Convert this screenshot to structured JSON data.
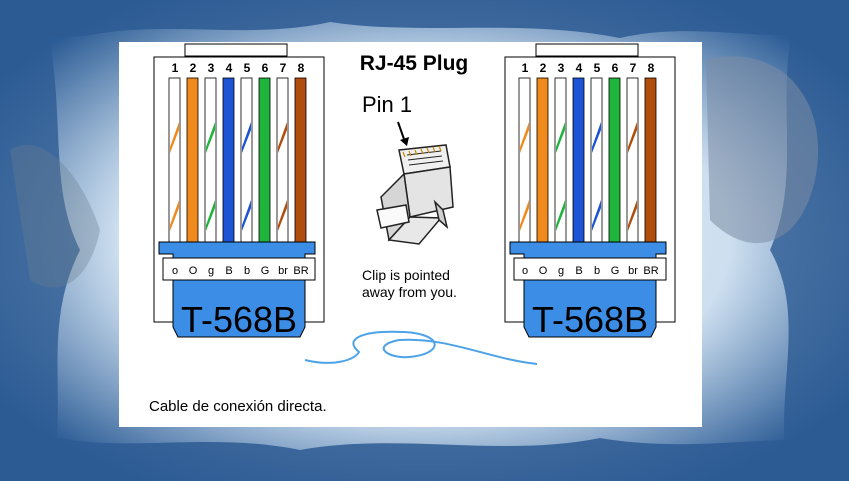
{
  "title": "RJ-45 Plug",
  "pin_label": "Pin 1",
  "clip_note": [
    "Clip is pointed",
    "away from you."
  ],
  "caption": "Cable de conexión directa.",
  "connectors": [
    {
      "standard": "T-568B",
      "pins": [
        "1",
        "2",
        "3",
        "4",
        "5",
        "6",
        "7",
        "8"
      ],
      "codes": [
        "o",
        "O",
        "g",
        "B",
        "b",
        "G",
        "br",
        "BR"
      ]
    },
    {
      "standard": "T-568B",
      "pins": [
        "1",
        "2",
        "3",
        "4",
        "5",
        "6",
        "7",
        "8"
      ],
      "codes": [
        "o",
        "O",
        "g",
        "B",
        "b",
        "G",
        "br",
        "BR"
      ]
    }
  ],
  "wire_colors": {
    "orange": "#f08a1c",
    "green": "#1fb43c",
    "blue": "#1d54d6",
    "brown": "#b24e0d",
    "white": "#ffffff"
  },
  "wire_pattern": [
    {
      "color": "orange",
      "striped": true
    },
    {
      "color": "orange",
      "striped": false
    },
    {
      "color": "green",
      "striped": true
    },
    {
      "color": "blue",
      "striped": false
    },
    {
      "color": "blue",
      "striped": true
    },
    {
      "color": "green",
      "striped": false
    },
    {
      "color": "brown",
      "striped": true
    },
    {
      "color": "brown",
      "striped": false
    }
  ],
  "colors": {
    "boot_blue": "#3c8de6",
    "cable_blue": "#4da2e8",
    "frame_bg": "#2f5f96"
  }
}
